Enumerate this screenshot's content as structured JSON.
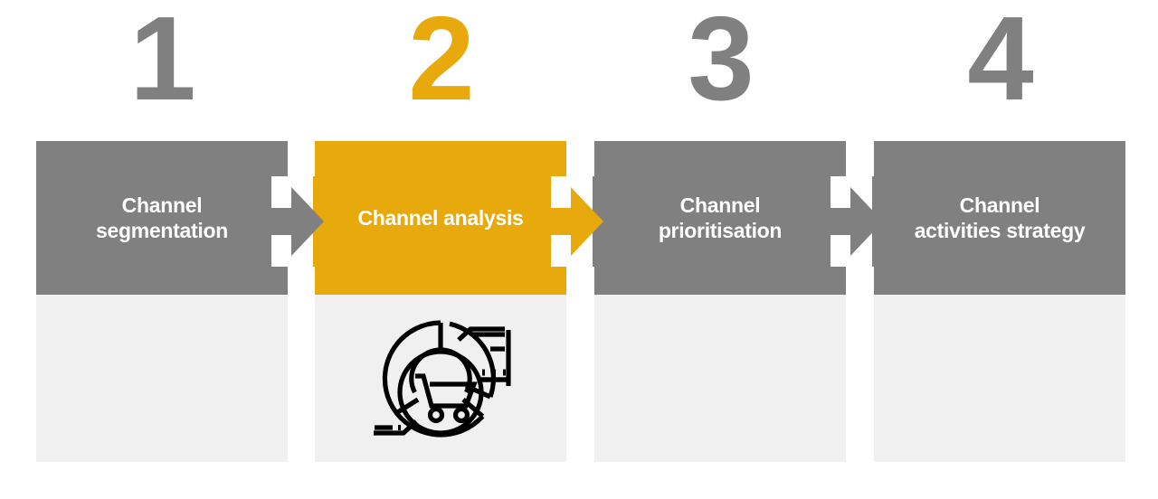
{
  "diagram": {
    "title_visible": false,
    "colors": {
      "gray": "#808080",
      "amber": "#e8a90c",
      "panel_body": "#f0f0f0",
      "text_on_header": "#ffffff",
      "background": "#ffffff",
      "icon_stroke": "#000000"
    },
    "steps": [
      {
        "number": "1",
        "number_color": "#808080",
        "label": "Channel\nsegmentation",
        "header_color": "#808080",
        "active": false,
        "has_icon": false
      },
      {
        "number": "2",
        "number_color": "#e8a90c",
        "label": "Channel analysis",
        "header_color": "#e8a90c",
        "active": true,
        "has_icon": true,
        "icon_name": "donut-chart-shopping-cart-icon"
      },
      {
        "number": "3",
        "number_color": "#808080",
        "label": "Channel\nprioritisation",
        "header_color": "#808080",
        "active": false,
        "has_icon": false
      },
      {
        "number": "4",
        "number_color": "#808080",
        "label": "Channel\nactivities strategy",
        "header_color": "#808080",
        "active": false,
        "has_icon": false
      }
    ],
    "connectors": [
      {
        "from": "1",
        "to": "2",
        "color": "#808080"
      },
      {
        "from": "2",
        "to": "3",
        "color": "#e8a90c"
      },
      {
        "from": "3",
        "to": "4",
        "color": "#808080"
      }
    ]
  }
}
